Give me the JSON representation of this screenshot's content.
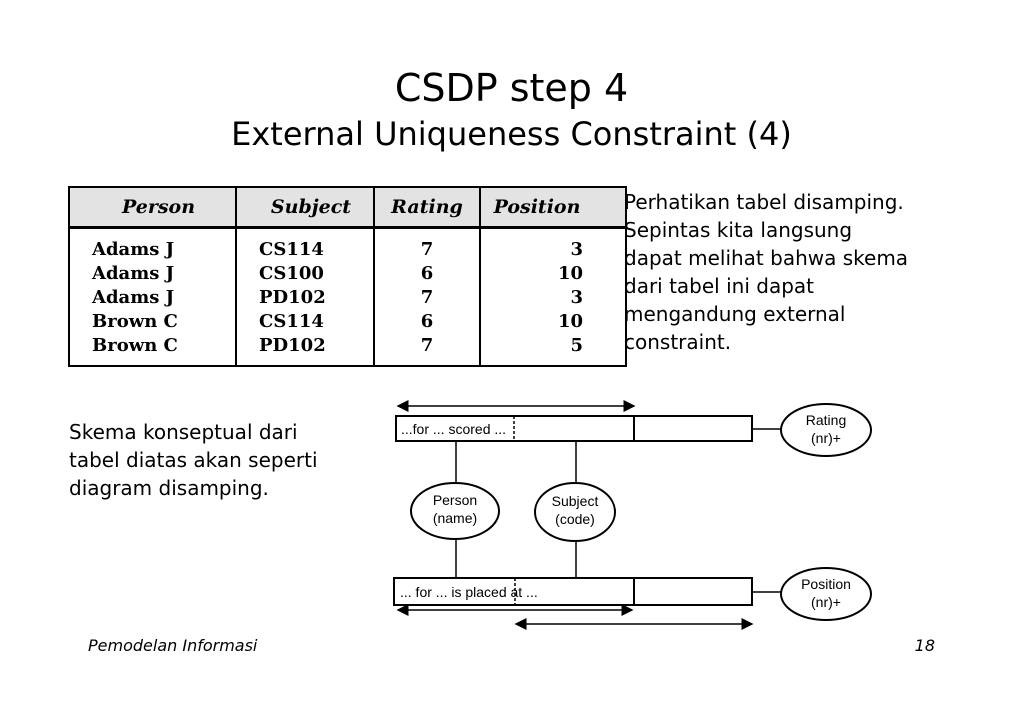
{
  "slide": {
    "title": "CSDP step 4",
    "subtitle": "External Uniqueness Constraint (4)"
  },
  "table": {
    "headers": [
      "Person",
      "Subject",
      "Rating",
      "Position"
    ],
    "rows": [
      [
        "Adams J",
        "CS114",
        "7",
        "3"
      ],
      [
        "Adams J",
        "CS100",
        "6",
        "10"
      ],
      [
        "Adams J",
        "PD102",
        "7",
        "3"
      ],
      [
        "Brown C",
        "CS114",
        "6",
        "10"
      ],
      [
        "Brown C",
        "PD102",
        "7",
        "5"
      ]
    ]
  },
  "right_text": [
    "Perhatikan tabel disamping.",
    "Sepintas kita langsung",
    "dapat melihat bahwa skema",
    "dari tabel ini dapat",
    "mengandung external",
    "constraint."
  ],
  "left_text": [
    "Skema konseptual dari",
    "tabel diatas akan seperti",
    "diagram disamping."
  ],
  "diagram": {
    "fact_top": "...for ... scored ...",
    "fact_bottom": "... for ... is placed at ...",
    "entities": {
      "rating": [
        "Rating",
        "(nr)+"
      ],
      "position": [
        "Position",
        "(nr)+"
      ],
      "person": [
        "Person",
        "(name)"
      ],
      "subject": [
        "Subject",
        "(code)"
      ]
    }
  },
  "footer": {
    "left": "Pemodelan Informasi",
    "page": "18"
  }
}
